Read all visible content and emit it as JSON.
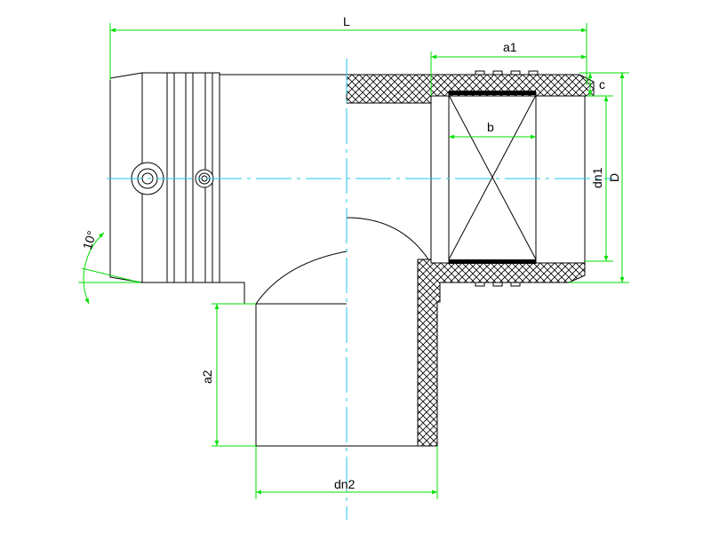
{
  "labels": {
    "L": "L",
    "a1": "a1",
    "c": "c",
    "b": "b",
    "dn1": "dn1",
    "D": "D",
    "angle": "10°",
    "a2": "a2",
    "dn2": "dn2"
  },
  "colors": {
    "dimension": "#00e000",
    "centerline": "#1ec8e8",
    "outline": "#000000"
  }
}
